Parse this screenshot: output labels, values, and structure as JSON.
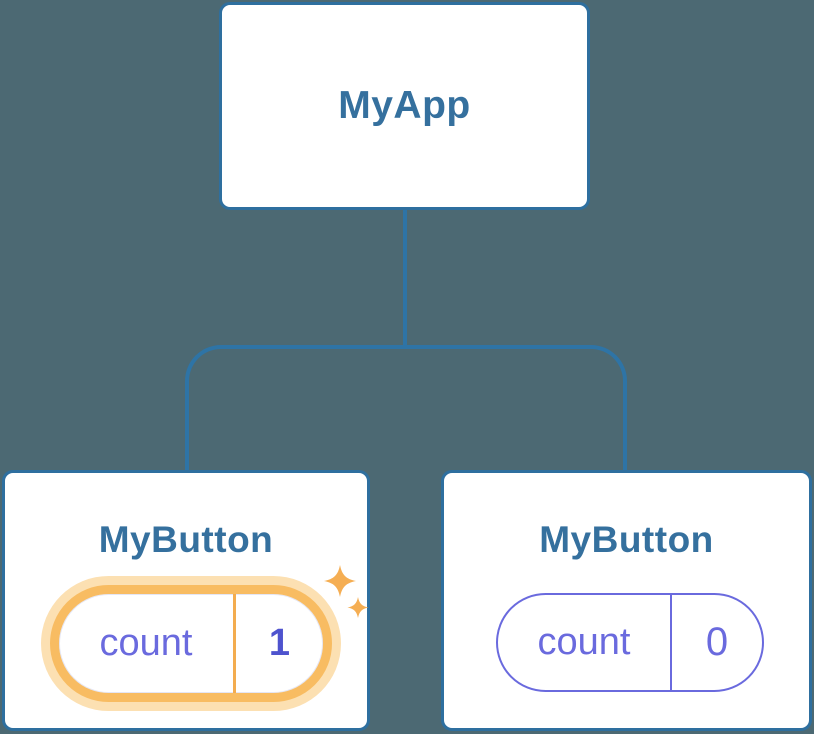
{
  "diagram": {
    "background_color": "#4C6973",
    "connector_color": "#2E74A6",
    "card_border_color": "#2E6F9F",
    "title_color": "#35709E",
    "root": {
      "label": "MyApp"
    },
    "children": [
      {
        "label": "MyButton",
        "state": {
          "key": "count",
          "value": "1"
        },
        "highlighted": true,
        "highlight_ring_color": "#F8BC62",
        "highlight_glow_color": "#FCE0B2",
        "sparkle_color": "#F5AE53",
        "key_color": "#6A6ADE",
        "value_color": "#4E53CE"
      },
      {
        "label": "MyButton",
        "state": {
          "key": "count",
          "value": "0"
        },
        "highlighted": false,
        "pill_border_color": "#6A6ADE",
        "key_color": "#6A6ADE",
        "value_color": "#6A6ADE"
      }
    ]
  }
}
